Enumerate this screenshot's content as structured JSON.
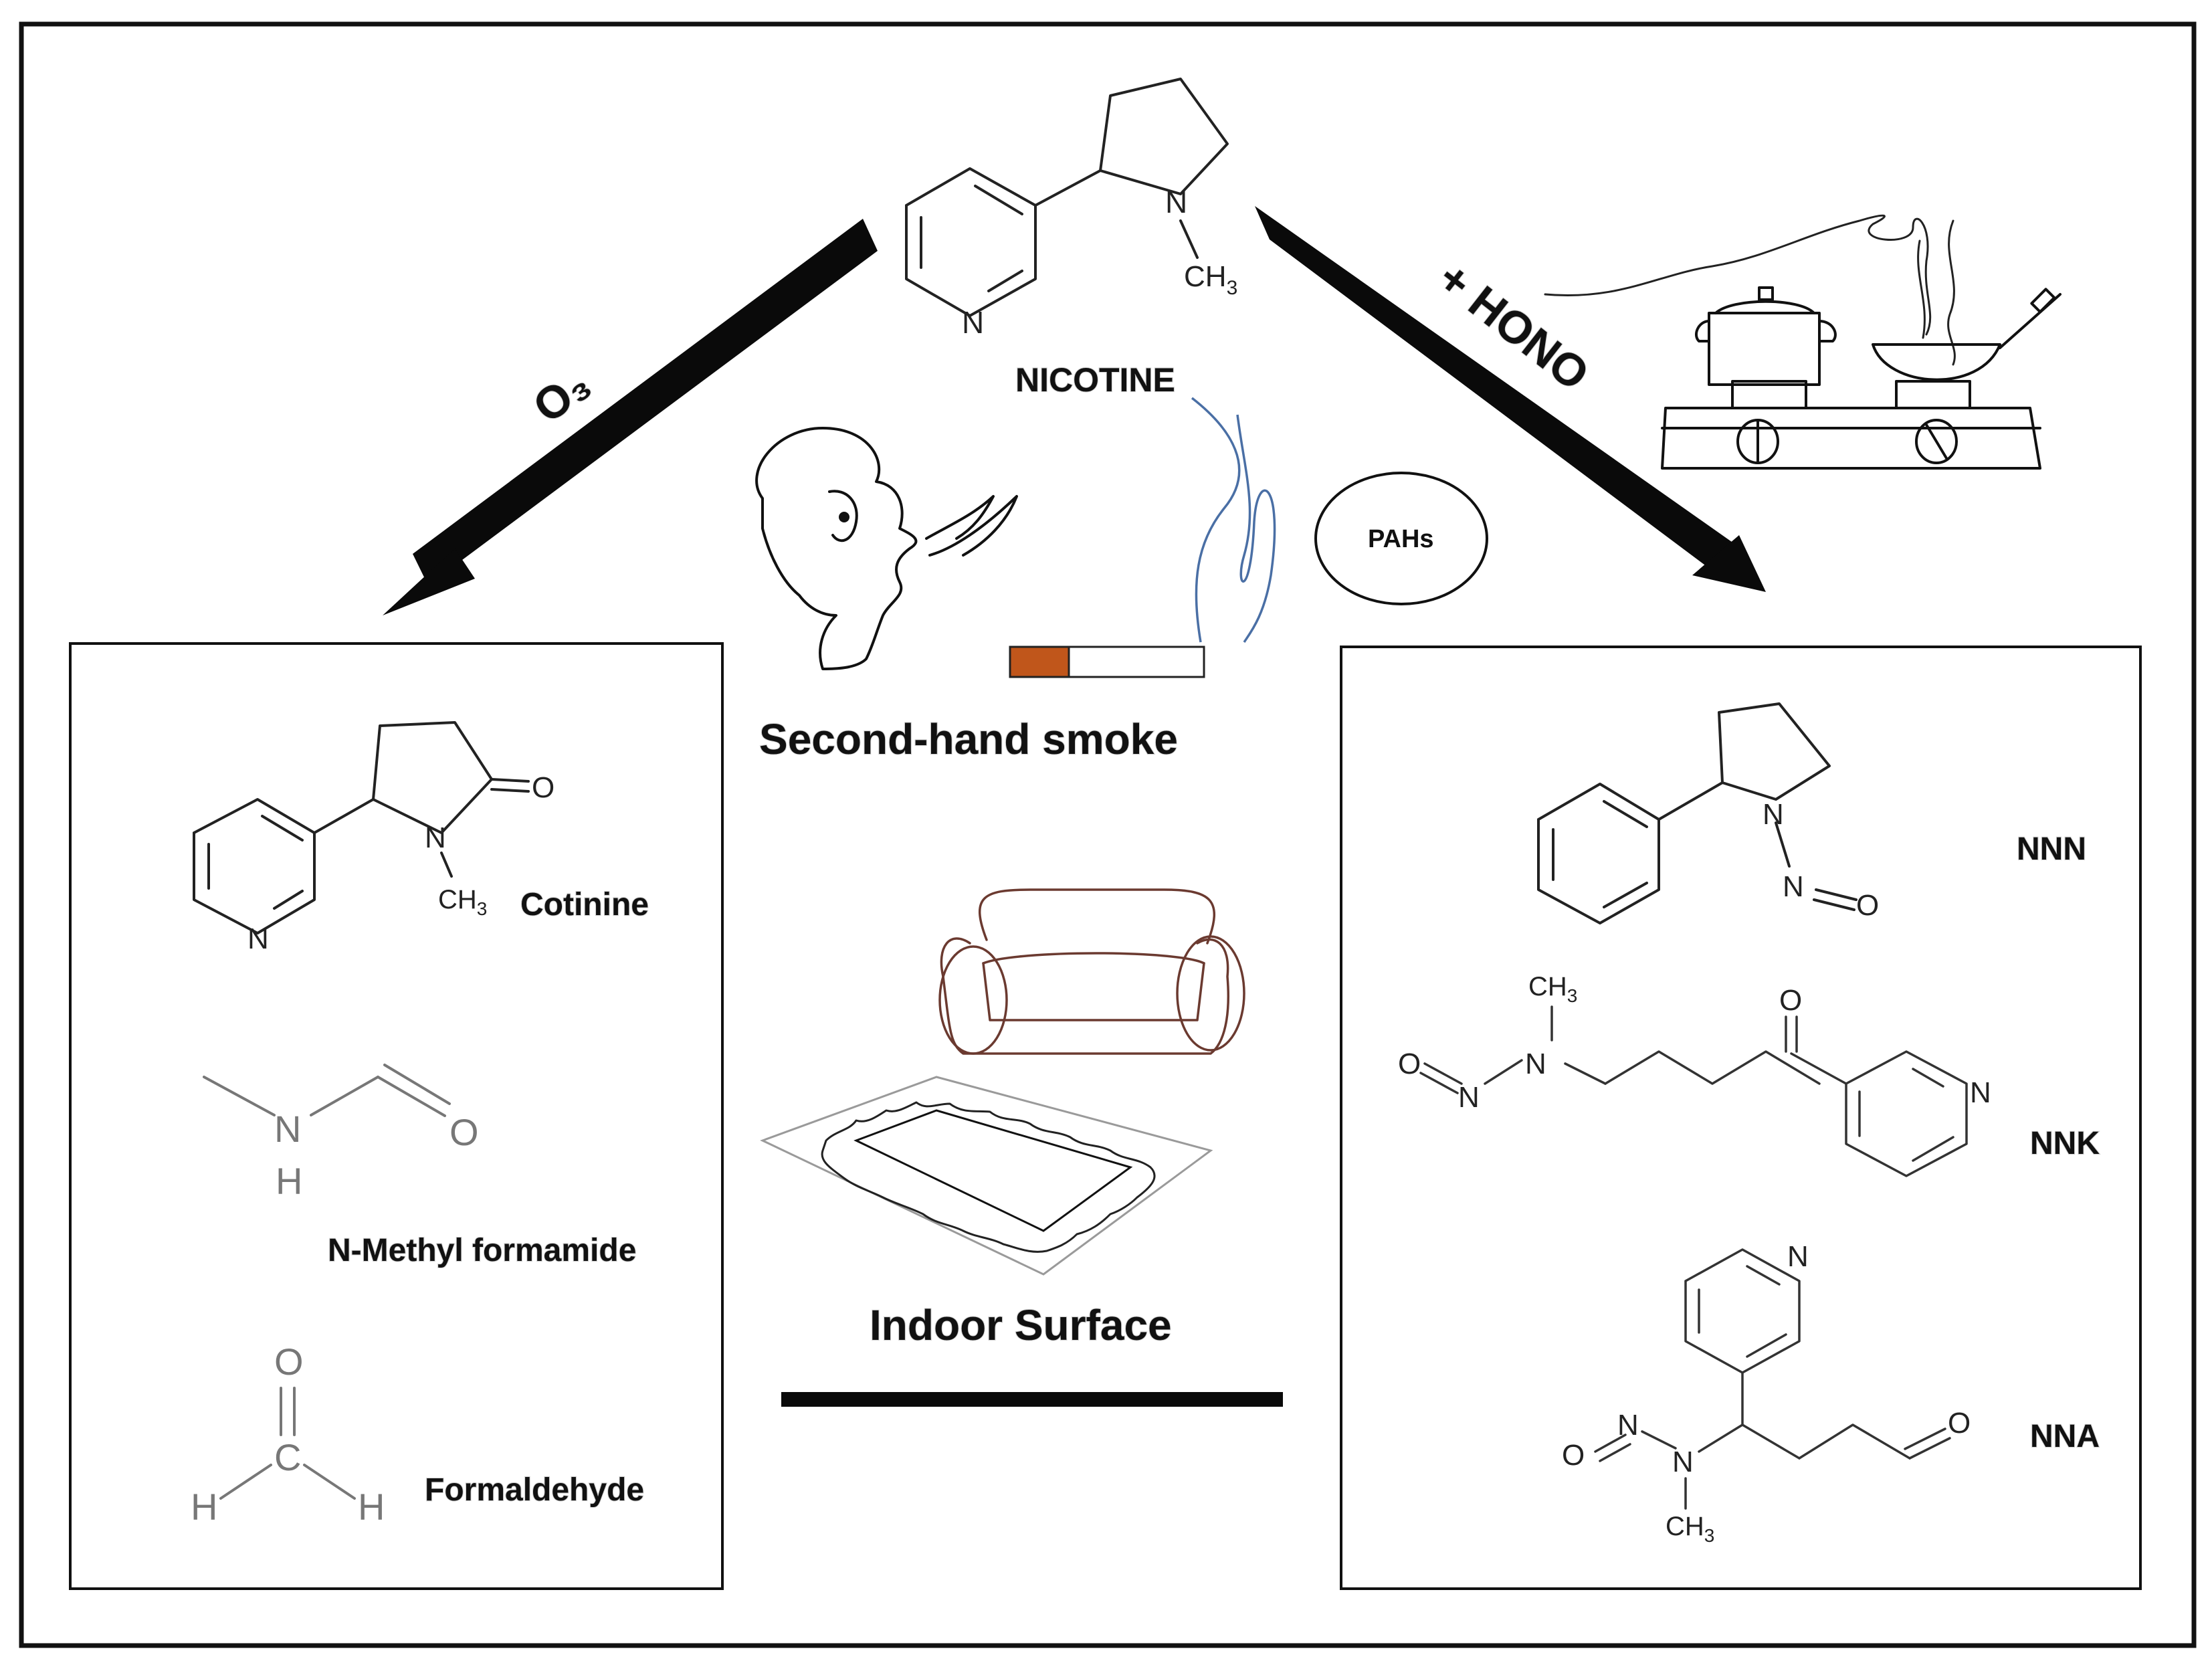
{
  "center": {
    "nicotine_label": "NICOTINE",
    "smoke_label": "Second-hand smoke",
    "pahs_label": "PAHs",
    "surface_label": "Indoor Surface"
  },
  "reactions": {
    "left_reagent": "O₃",
    "right_reagent": "+ HONO"
  },
  "left_products": [
    "Cotinine",
    "N-Methyl formamide",
    "Formaldehyde"
  ],
  "right_products": [
    "NNN",
    "NNK",
    "NNA"
  ],
  "atoms": {
    "N": "N",
    "O": "O",
    "H": "H",
    "C": "C",
    "CH": "CH",
    "sub3": "3"
  },
  "colors": {
    "cigarette_tip": "#c0561b",
    "smoke": "#4a6fa5",
    "sofa": "#6b3a30"
  }
}
